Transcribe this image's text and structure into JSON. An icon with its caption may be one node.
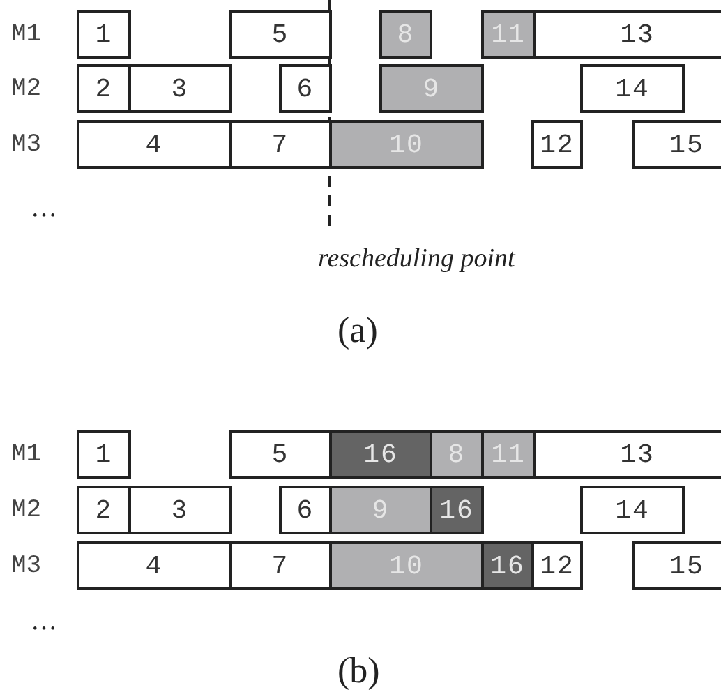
{
  "diagram": {
    "nodes": [
      {
        "text": [
          "1"
        ]
      },
      {
        "text": [
          "5"
        ]
      },
      {
        "text": [
          "8"
        ]
      },
      {
        "text": [
          "11"
        ]
      },
      {
        "text": [
          "13"
        ]
      },
      {
        "text": [
          "2"
        ]
      },
      {
        "text": [
          "3"
        ]
      },
      {
        "text": [
          "6"
        ]
      },
      {
        "text": [
          "9"
        ]
      },
      {
        "text": [
          "14"
        ]
      },
      {
        "text": [
          "4"
        ]
      },
      {
        "text": [
          "7"
        ]
      },
      {
        "text": [
          "10"
        ]
      },
      {
        "text": [
          "12"
        ]
      },
      {
        "text": [
          "15"
        ]
      },
      {
        "text": [
          "1"
        ]
      },
      {
        "text": [
          "5"
        ]
      },
      {
        "text": [
          "16"
        ]
      },
      {
        "text": [
          "8"
        ]
      },
      {
        "text": [
          "11"
        ]
      },
      {
        "text": [
          "13"
        ]
      },
      {
        "text": [
          "2"
        ]
      },
      {
        "text": [
          "3"
        ]
      },
      {
        "text": [
          "6"
        ]
      },
      {
        "text": [
          "9"
        ]
      },
      {
        "text": [
          "16"
        ]
      },
      {
        "text": [
          "14"
        ]
      },
      {
        "text": [
          "4"
        ]
      },
      {
        "text": [
          "7"
        ]
      },
      {
        "text": [
          "10"
        ]
      },
      {
        "text": [
          "16"
        ]
      },
      {
        "text": [
          "12"
        ]
      },
      {
        "text": [
          "15"
        ]
      }
    ],
    "labels": [
      "M1",
      "M2",
      "M3",
      "…",
      "rescheduling point",
      "(a)",
      "M1",
      "M2",
      "M3",
      "…",
      "(b)"
    ]
  }
}
